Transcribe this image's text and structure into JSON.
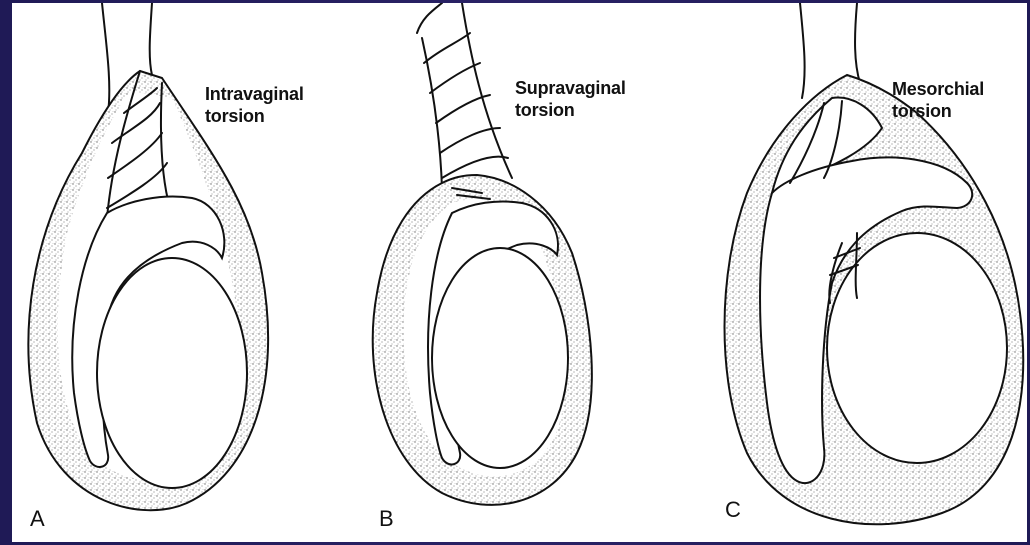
{
  "colors": {
    "background": "#241d5e",
    "figure_bg": "#ffffff",
    "ink": "#111111",
    "stipple": "#7a7a7a"
  },
  "panels": [
    {
      "letter": "A",
      "caption_line1": "Intravaginal",
      "caption_line2": "torsion"
    },
    {
      "letter": "B",
      "caption_line1": "Supravaginal",
      "caption_line2": "torsion"
    },
    {
      "letter": "C",
      "caption_line1": "Mesorchial",
      "caption_line2": "torsion"
    }
  ]
}
